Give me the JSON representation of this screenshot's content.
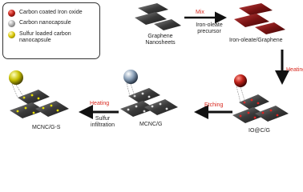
{
  "legend": {
    "items": [
      {
        "label": "Carbon coated Iron oxide",
        "icon": "red-sphere-icon",
        "color": "#c0231b"
      },
      {
        "label": "Carbon nanocapsule",
        "icon": "gray-sphere-icon",
        "color": "#9a9a9a"
      },
      {
        "label": "Sulfur loaded carbon nanocapsule",
        "icon": "yellow-sphere-icon",
        "color": "#d6c400"
      }
    ]
  },
  "steps": {
    "graphene": "Graphene Nanosheets",
    "mix": "Mix",
    "precursor": "Iron-oleate precursor",
    "iron_oleate_graphene": "Iron-oleate/Graphene",
    "heating_1": "Heating",
    "io_cg": "IO@C/G",
    "etching": "Etching",
    "mcnc_g": "MCNC/G",
    "heating_2": "Heating",
    "sulfur": "Sulfur infiltration",
    "mcnc_gs": "MCNC/G-S"
  },
  "colors": {
    "red": "#d8281e",
    "graphene": "#3a3a3a",
    "dark_red_sheet": "#7a1414"
  }
}
